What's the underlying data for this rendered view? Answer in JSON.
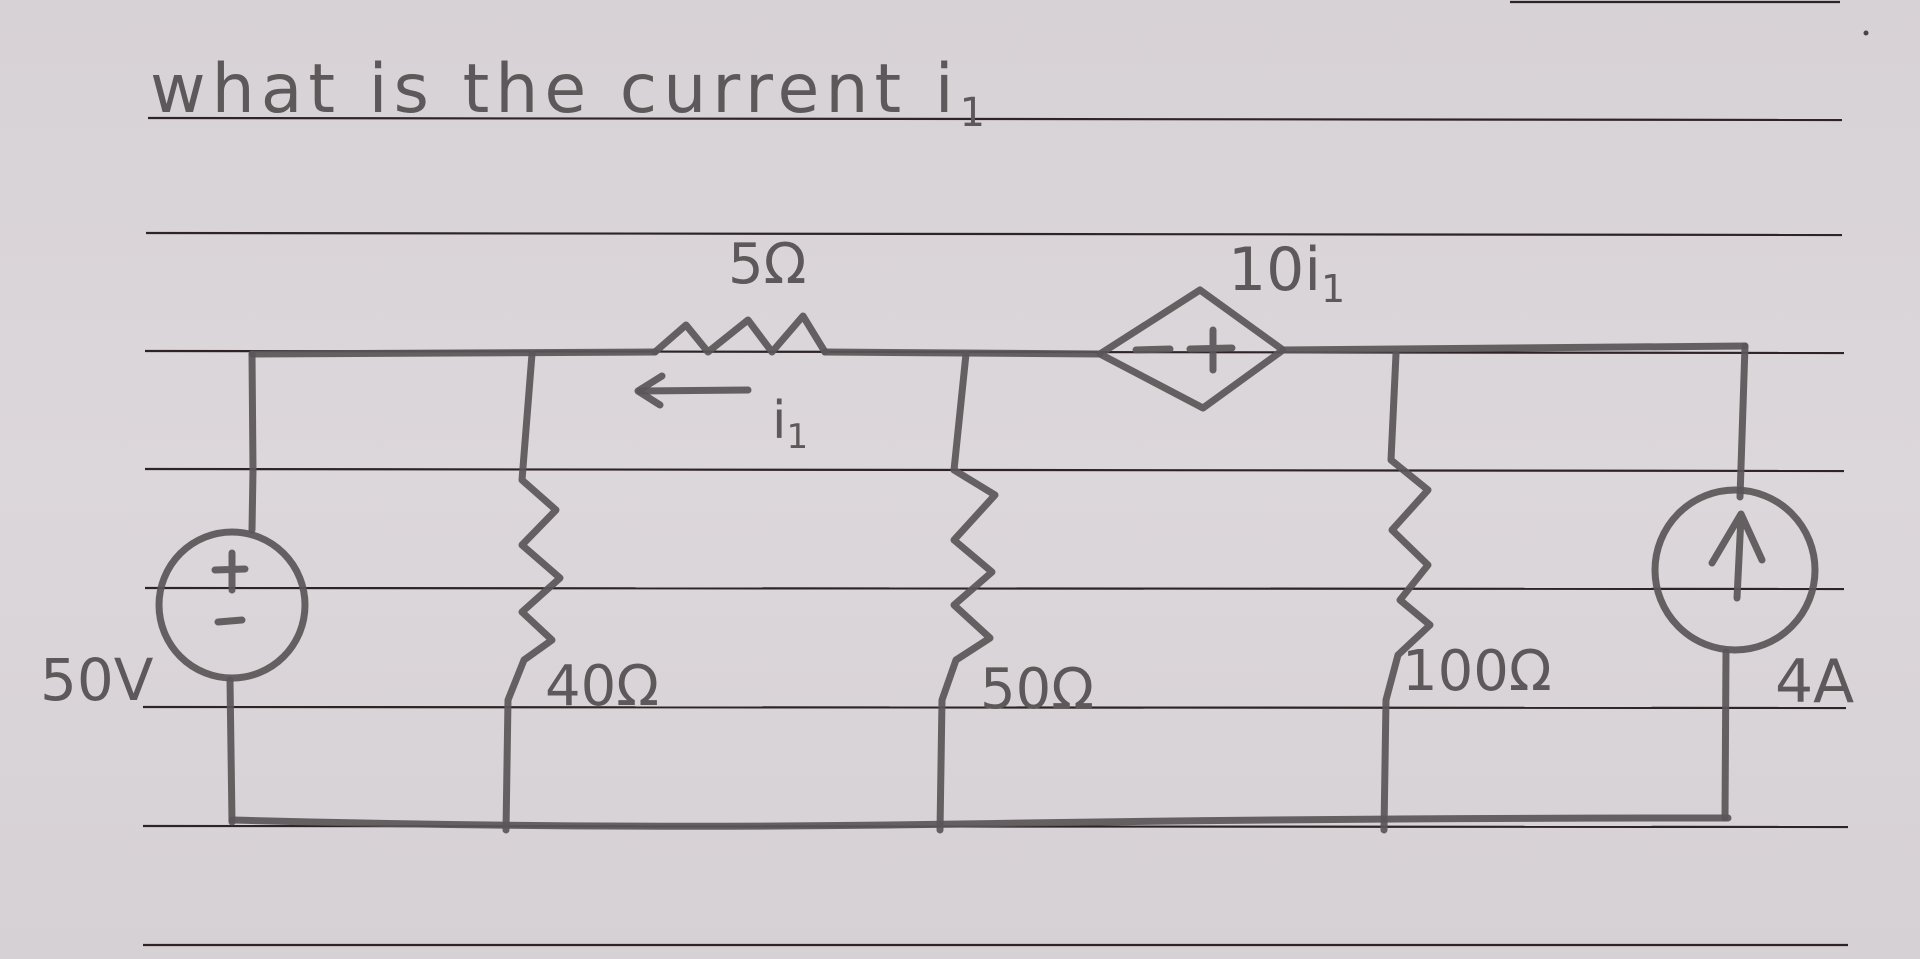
{
  "question": {
    "text": "what is the current i",
    "subscript": "1"
  },
  "colors": {
    "paper": "#d9d4d8",
    "rule_line": "#2e2426",
    "pencil": "#5a5658"
  },
  "ruled_lines_y": [
    118,
    233,
    352,
    470,
    588,
    707,
    826,
    945
  ],
  "circuit": {
    "voltage_source": {
      "label": "50V",
      "plus": "+",
      "minus": "−"
    },
    "series_resistor": {
      "label": "5Ω"
    },
    "current_label": {
      "symbol": "i",
      "subscript": "1",
      "direction": "left"
    },
    "dependent_source": {
      "label_coeff": "10i",
      "label_sub": "1",
      "minus": "−",
      "plus": "+",
      "type": "current-controlled voltage source"
    },
    "shunt_resistors": [
      {
        "label": "40Ω"
      },
      {
        "label": "50Ω"
      },
      {
        "label": "100Ω"
      }
    ],
    "current_source": {
      "label": "4A",
      "direction": "up"
    }
  }
}
